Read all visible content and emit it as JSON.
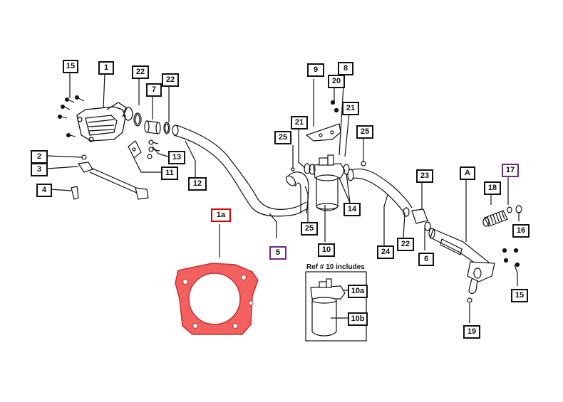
{
  "callouts": {
    "c15a": "15",
    "c1": "1",
    "c22a": "22",
    "c7": "7",
    "c22b": "22",
    "c2": "2",
    "c3": "3",
    "c4": "4",
    "c13": "13",
    "c11": "11",
    "c12": "12",
    "c1a": "1a",
    "c25a": "25",
    "c5": "5",
    "c9": "9",
    "c8": "8",
    "c20": "20",
    "c21a": "21",
    "c21b": "21",
    "c25b": "25",
    "c25c": "25",
    "c14": "14",
    "c10": "10",
    "c24": "24",
    "c22c": "22",
    "c23": "23",
    "c6": "6",
    "cA": "A",
    "c17": "17",
    "c18": "18",
    "c16": "16",
    "c15b": "15",
    "c19": "19",
    "c10a": "10a",
    "c10b": "10b"
  },
  "inset": {
    "title": "Ref # 10 includes"
  },
  "colors": {
    "line": "#111111",
    "gasket": "#f26060",
    "gasket_stroke": "#c83030",
    "purple": "#6b2a7e",
    "red": "#d40000"
  }
}
